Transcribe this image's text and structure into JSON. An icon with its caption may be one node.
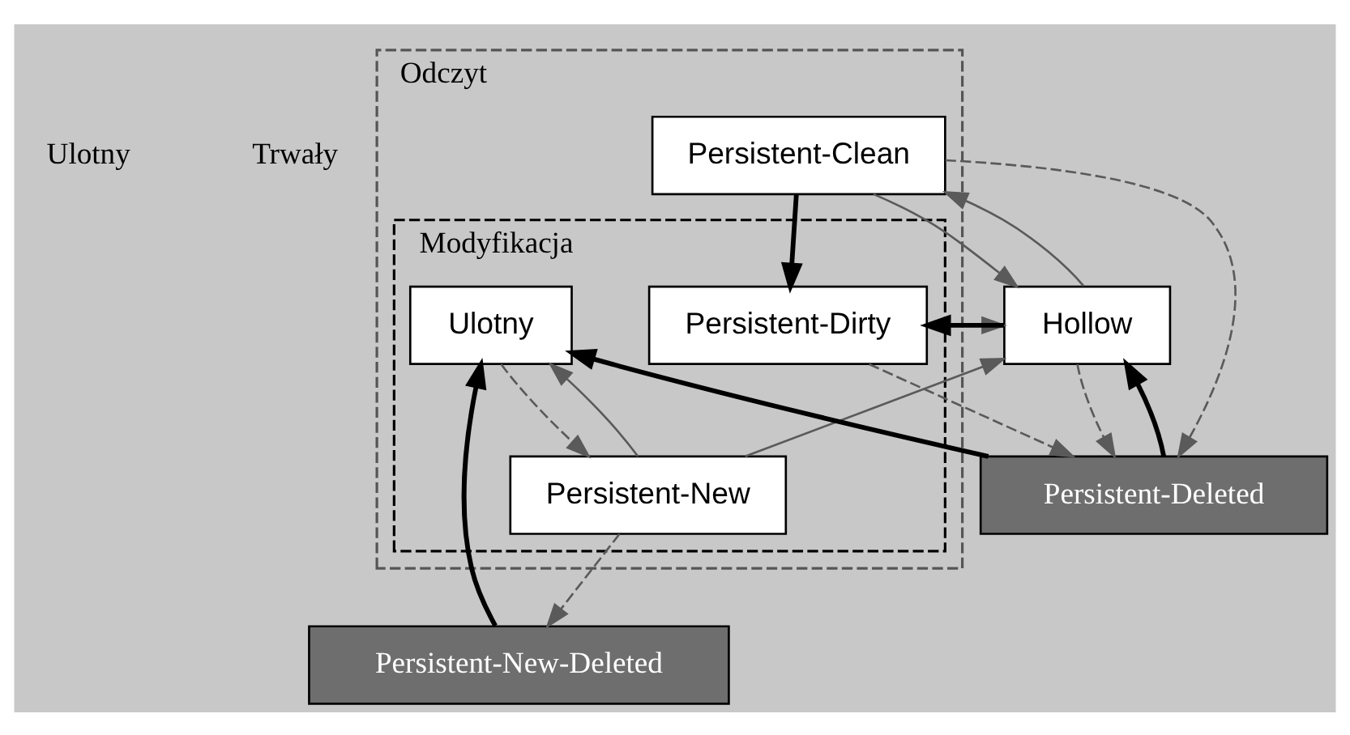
{
  "diagram": {
    "nodes": [
      {
        "text": [
          "Odczyt"
        ]
      },
      {
        "text": [
          "Modyfikacja"
        ],
        "in": 0
      },
      {
        "text": [
          "Persistent-Clean"
        ],
        "in": 0
      },
      {
        "text": [
          "Ulotny"
        ],
        "in": 1
      },
      {
        "text": [
          "Persistent-New"
        ],
        "in": 1
      },
      {
        "text": [
          "Persistent-Dirty"
        ],
        "in": 1
      },
      {
        "text": [
          "Hollow"
        ]
      },
      {
        "text": [
          "Persistent-New-Deleted"
        ]
      },
      {
        "text": [
          "Persistent-Deleted"
        ]
      }
    ],
    "edges": [
      {
        "from": 4,
        "to": 3,
        "arrow": "to"
      },
      {
        "from": 4,
        "to": 6,
        "arrow": "to"
      },
      {
        "from": 3,
        "to": 4,
        "arrow": "to",
        "style": "dashed"
      },
      {
        "from": 4,
        "to": 7,
        "arrow": "to",
        "style": "dashed"
      },
      {
        "from": 7,
        "to": 3,
        "arrow": "to",
        "style": "thick",
        "color": "#000000"
      },
      {
        "from": 8,
        "to": 3,
        "arrow": "to",
        "style": "thick",
        "color": "#000000"
      },
      {
        "from": 8,
        "to": 6,
        "arrow": "to",
        "style": "thick",
        "color": "#000000"
      },
      {
        "from": 2,
        "to": 6,
        "arrow": "to"
      },
      {
        "from": 6,
        "to": 2,
        "arrow": "to"
      },
      {
        "from": 2,
        "to": 5,
        "arrow": "to",
        "style": "thick",
        "color": "#000000"
      },
      {
        "from": 6,
        "to": 5,
        "arrow": "to",
        "style": "thick",
        "color": "#000000"
      },
      {
        "from": 5,
        "to": 6,
        "arrow": "to"
      },
      {
        "from": 2,
        "to": 8,
        "arrow": "to",
        "style": "dashed"
      },
      {
        "from": 5,
        "to": 8,
        "arrow": "to",
        "style": "dashed"
      },
      {
        "from": 6,
        "to": 8,
        "arrow": "to",
        "style": "dashed"
      }
    ],
    "labels": [
      "Ulotny",
      "Trwały"
    ]
  }
}
